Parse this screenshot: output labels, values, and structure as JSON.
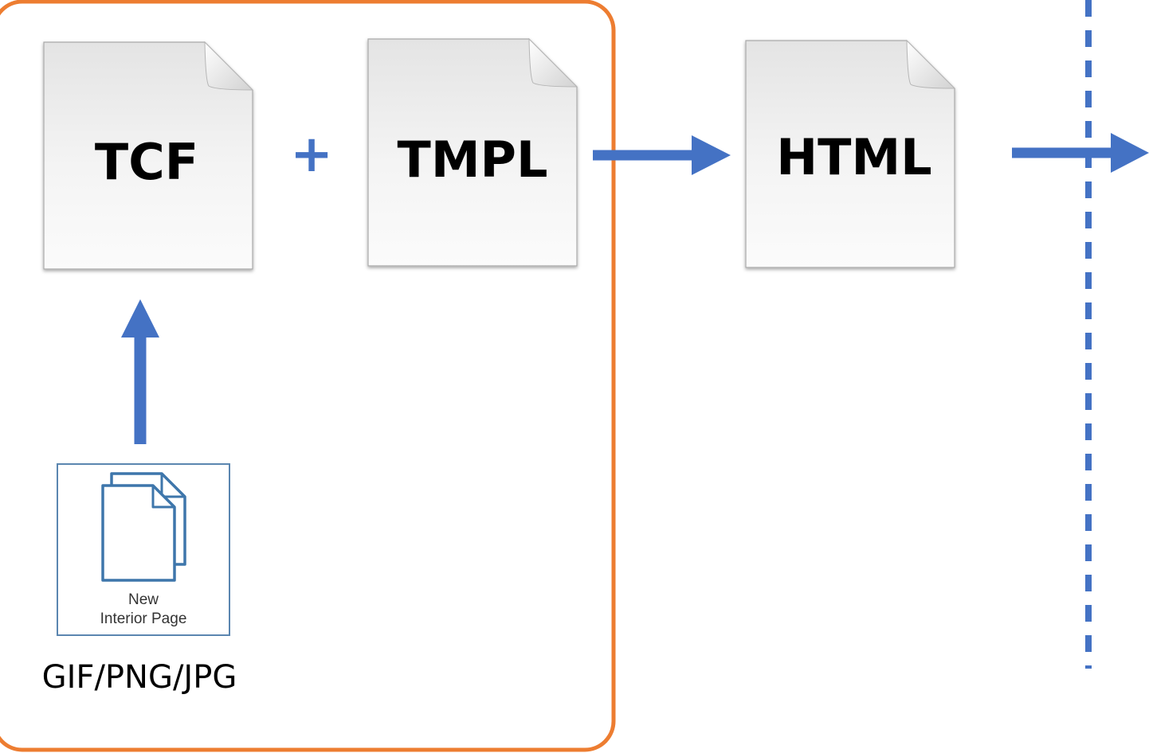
{
  "documents": {
    "tcf": {
      "label": "TCF"
    },
    "tmpl": {
      "label": "TMPL"
    },
    "html": {
      "label": "HTML"
    }
  },
  "plus_symbol": "+",
  "source_icon": {
    "line1": "New",
    "line2": "Interior Page"
  },
  "formats_caption": "GIF/PNG/JPG",
  "colors": {
    "group_border": "#ED7D31",
    "arrow": "#4472C4",
    "icon_stroke": "#5B86B0",
    "document_fill": "#f4f4f4"
  },
  "icons": [
    "document-icon",
    "pages-icon",
    "arrow-right-icon",
    "arrow-up-icon"
  ]
}
